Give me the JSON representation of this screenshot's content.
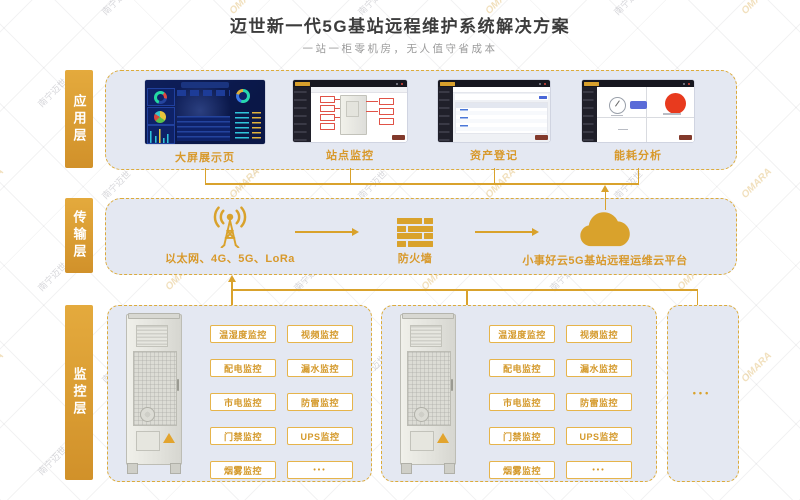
{
  "title": "迈世新一代5G基站远程维护系统解决方案",
  "subtitle": "一站一柜零机房，无人值守省成本",
  "watermark": {
    "cn": "南宁迈世",
    "en": "OMARA"
  },
  "colors": {
    "gold": "#d9a22c",
    "panel_bg": "#e4e8f2",
    "chip_text": "#d4992a",
    "title_text": "#3c3c3c",
    "subtitle_text": "#9a9a9a"
  },
  "layers": {
    "application": {
      "label": "应用层",
      "screens": [
        {
          "name": "大屏展示页"
        },
        {
          "name": "站点监控"
        },
        {
          "name": "资产登记"
        },
        {
          "name": "能耗分析"
        }
      ]
    },
    "transmission": {
      "label": "传输层",
      "nodes": [
        {
          "icon": "antenna-icon",
          "label": "以太网、4G、5G、LoRa"
        },
        {
          "icon": "firewall-icon",
          "label": "防火墙"
        },
        {
          "icon": "cloud-icon",
          "label": "小事好云5G基站远程运维云平台"
        }
      ]
    },
    "monitoring": {
      "label": "监控层",
      "cabinet_groups": [
        {
          "chips": [
            "温湿度监控",
            "视频监控",
            "配电监控",
            "漏水监控",
            "市电监控",
            "防雷监控",
            "门禁监控",
            "UPS监控",
            "烟雾监控",
            "•••"
          ]
        },
        {
          "chips": [
            "温湿度监控",
            "视频监控",
            "配电监控",
            "漏水监控",
            "市电监控",
            "防雷监控",
            "门禁监控",
            "UPS监控",
            "烟雾监控",
            "•••"
          ]
        }
      ],
      "more": "•••"
    }
  }
}
